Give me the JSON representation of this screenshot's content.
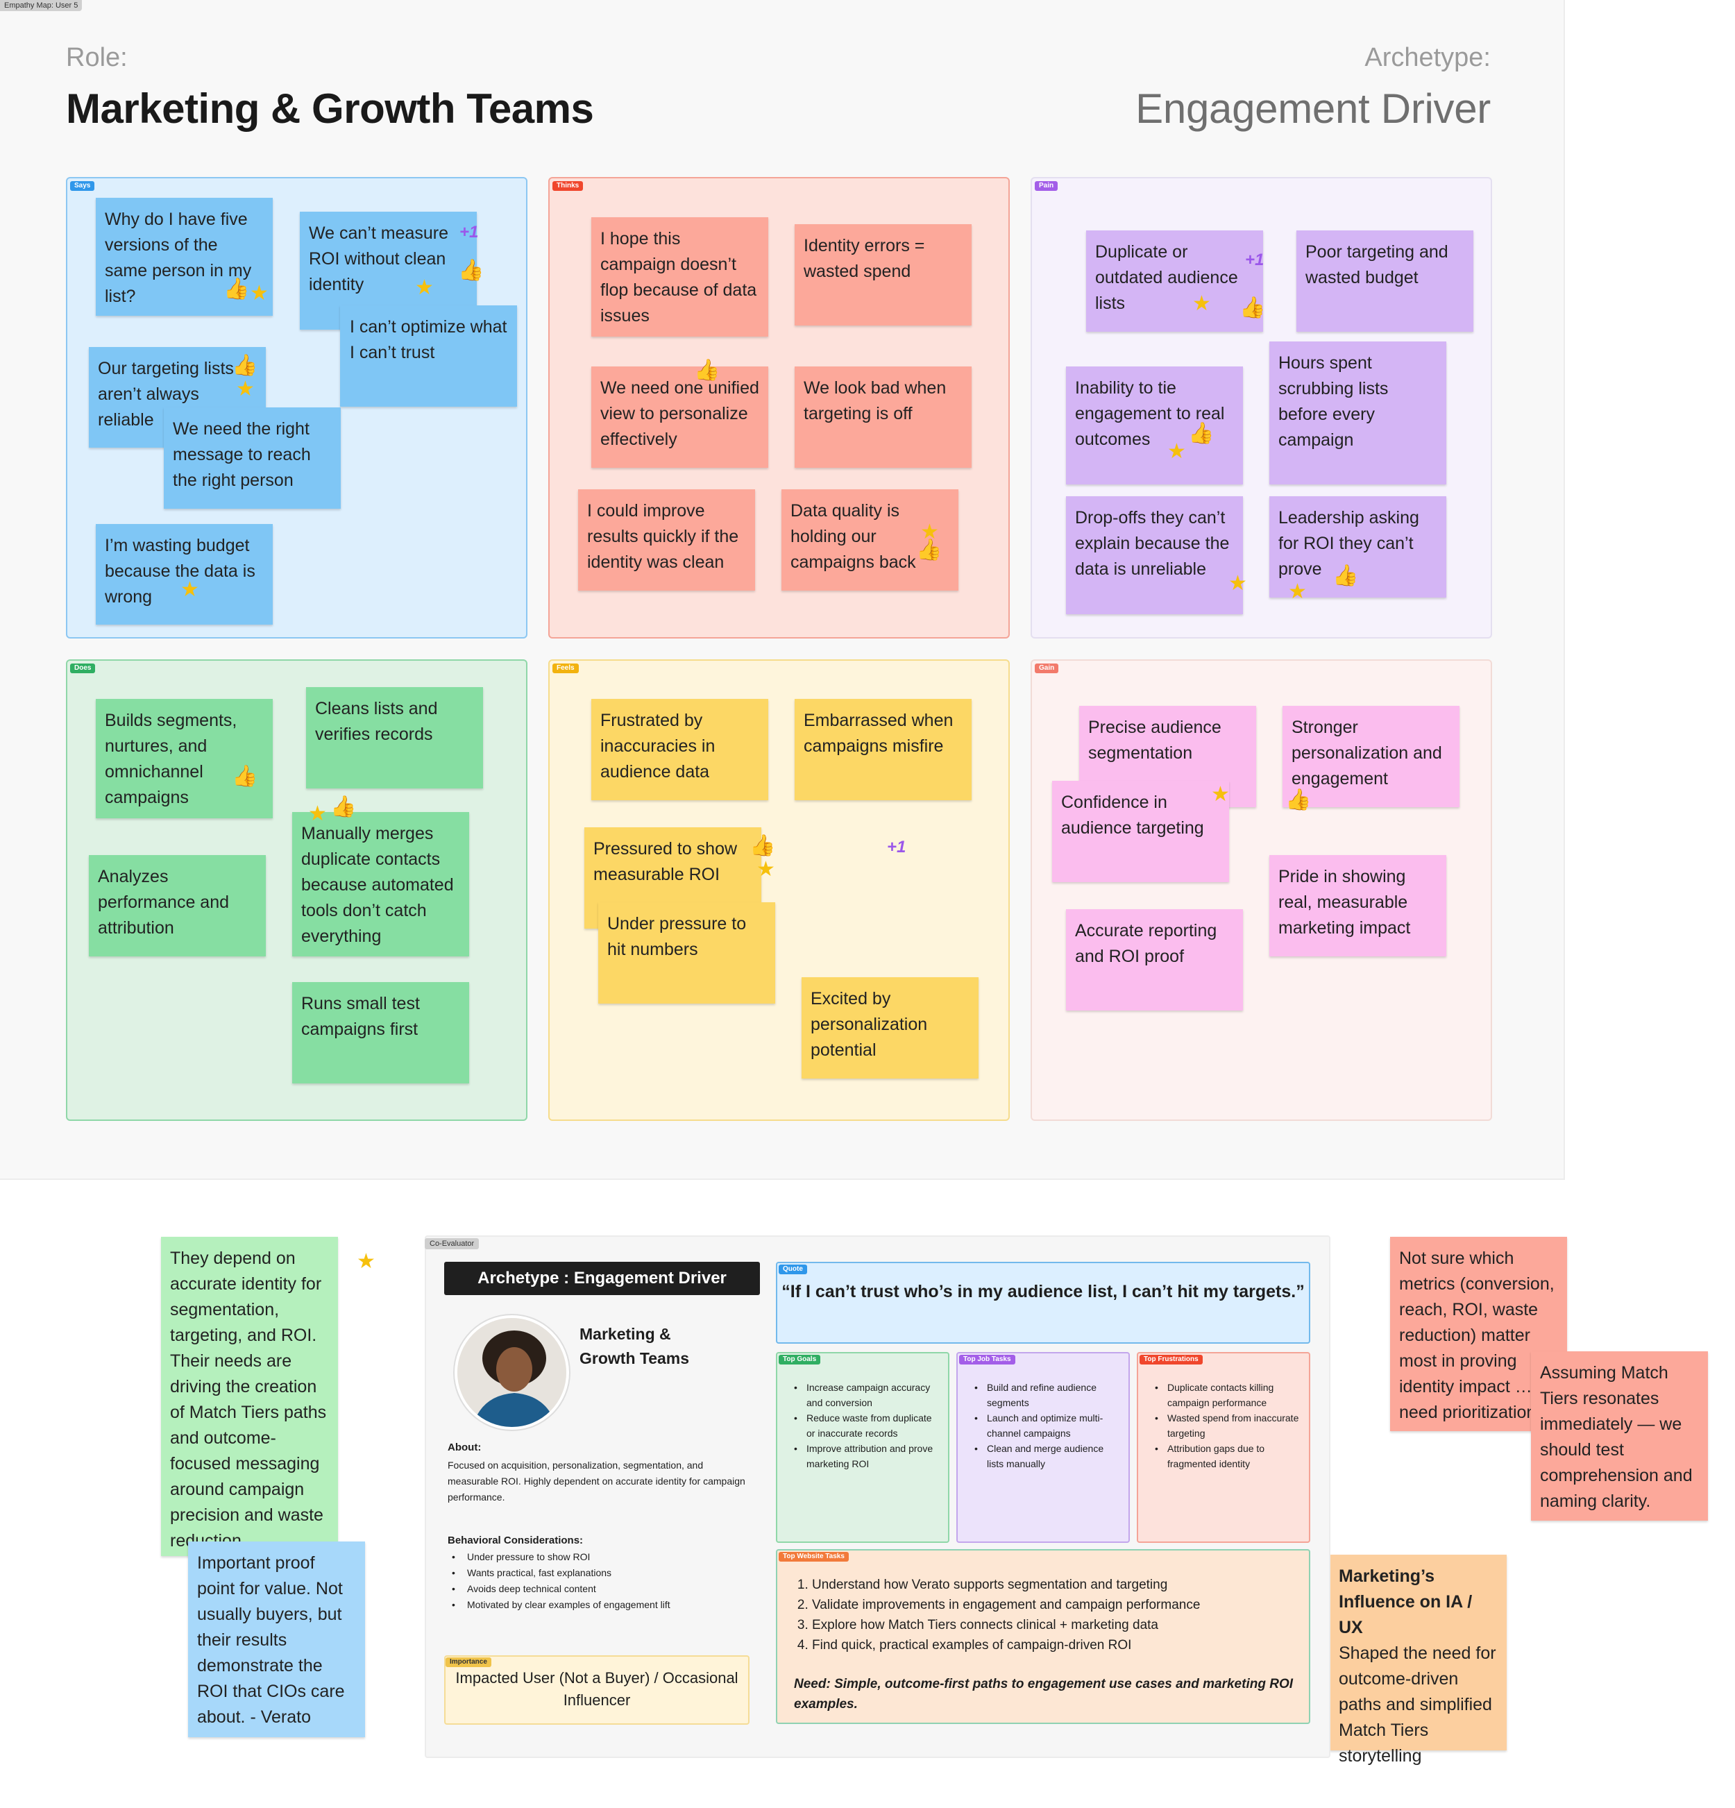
{
  "frame_title": "Empathy Map: User 5",
  "role": {
    "label": "Role:",
    "title": "Marketing & Growth Teams"
  },
  "archetype": {
    "label": "Archetype:",
    "title": "Engagement Driver"
  },
  "sections": {
    "says": {
      "label": "Says",
      "color": "#2f97ea"
    },
    "thinks": {
      "label": "Thinks",
      "color": "#f0462c"
    },
    "pain": {
      "label": "Pain",
      "color": "#a35ee8"
    },
    "does": {
      "label": "Does",
      "color": "#2fae62"
    },
    "feels": {
      "label": "Feels",
      "color": "#f2b20f"
    },
    "gain": {
      "label": "Gain",
      "color": "#f27a6b"
    }
  },
  "says_notes": [
    "Why do I have five versions of the same person in my list?",
    "We can’t measure ROI without clean identity",
    "I can’t optimize what I can’t trust",
    "Our targeting lists aren’t always reliable",
    "We need the right message to reach the right person",
    "I’m wasting budget because the data is wrong"
  ],
  "thinks_notes": [
    "I hope this campaign doesn’t flop because of data issues",
    "Identity errors = wasted spend",
    "We need one unified view to personalize effectively",
    "We look bad when targeting is off",
    "I could improve results quickly if the identity was clean",
    "Data quality is holding our campaigns back"
  ],
  "pain_notes": [
    "Duplicate or outdated audience lists",
    "Poor targeting and wasted budget",
    "Inability to tie engagement to real outcomes",
    "Hours spent scrubbing lists before every campaign",
    "Drop-offs they can’t explain because the data is unreliable",
    "Leadership asking for ROI they can’t prove"
  ],
  "does_notes": [
    "Builds segments, nurtures, and omnichannel campaigns",
    "Cleans lists and verifies records",
    "Manually merges duplicate contacts because automated tools don’t catch everything",
    "Analyzes performance and attribution",
    "Runs small test campaigns first"
  ],
  "feels_notes": [
    "Frustrated by inaccuracies in audience data",
    "Embarrassed when campaigns misfire",
    "Pressured to show measurable ROI",
    "Under pressure to hit numbers",
    "Excited by personalization potential"
  ],
  "gain_notes": [
    "Precise audience segmentation",
    "Stronger personalization and engagement",
    "Confidence in audience targeting",
    "Pride in showing real, measurable marketing impact",
    "Accurate reporting and ROI proof"
  ],
  "plus_one": "+1",
  "side_notes": [
    "They depend on accurate identity for segmentation, targeting, and ROI. Their needs are driving the creation of Match Tiers paths and outcome-focused messaging around campaign precision and waste reduction",
    "Important proof point for value. Not usually buyers, but their results demonstrate the ROI that CIOs care about. - Verato",
    "Not sure which metrics (conversion, reach, ROI, waste reduction) matter most in proving identity impact … need prioritization",
    "Assuming Match Tiers resonates immediately — we should test comprehension and naming clarity."
  ],
  "influence": {
    "title": "Marketing’s Influence on IA / UX",
    "body": "Shaped the need for outcome-driven paths and simplified Match Tiers storytelling"
  },
  "persona_card": {
    "tag": "Co-Evaluator",
    "archetype_badge": "Archetype : Engagement Driver",
    "name": "Marketing & Growth Teams",
    "about_heading": "About:",
    "about": "Focused on acquisition, personalization, segmentation, and measurable ROI. Highly dependent on accurate identity for campaign performance.",
    "behavior_heading": "Behavioral Considerations:",
    "behaviors": [
      "Under pressure to show ROI",
      "Wants practical, fast explanations",
      "Avoids deep technical content",
      "Motivated by clear examples of engagement lift"
    ],
    "importance_tag": "Importance",
    "importance": "Impacted User (Not a Buyer) / Occasional Influencer",
    "quote_tag": "Quote",
    "quote": "“If I can’t trust who’s in my audience list, I can’t hit my targets.”",
    "goals_tag": "Top Goals",
    "goals": [
      "Increase campaign accuracy and conversion",
      "Reduce waste from duplicate or inaccurate records",
      "Improve attribution and prove marketing ROI"
    ],
    "tasks_tag": "Top Job Tasks",
    "tasks": [
      "Build and refine audience segments",
      "Launch and optimize multi-channel campaigns",
      "Clean and merge audience lists manually"
    ],
    "frustrations_tag": "Top Frustrations",
    "frustrations": [
      "Duplicate contacts killing campaign performance",
      "Wasted spend from inaccurate targeting",
      "Attribution gaps due to fragmented identity"
    ],
    "web_tag": "Top Website Tasks",
    "web_tasks": [
      "Understand how Verato supports segmentation and targeting",
      "Validate improvements in engagement and campaign performance",
      "Explore how Match Tiers connects clinical + marketing data",
      "Find quick, practical examples of campaign-driven ROI"
    ],
    "web_need": "Need: Simple, outcome-first paths to engagement use cases and marketing ROI examples."
  }
}
